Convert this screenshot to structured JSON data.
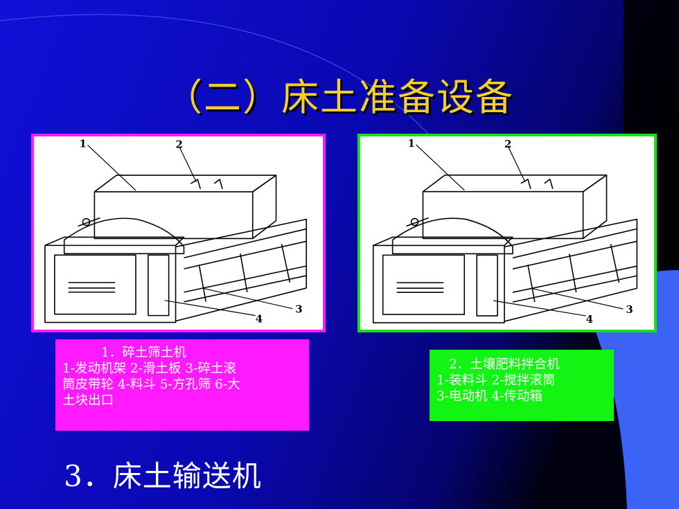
{
  "slide": {
    "title": "（二）床土准备设备",
    "subheading": "3．床土输送机",
    "colors": {
      "background": "#0a08b8",
      "title": "#f5cf2a",
      "left_frame": "#ff1aff",
      "right_frame": "#19e019",
      "right_caption": "#12f512"
    }
  },
  "figure_left": {
    "callouts": [
      "1",
      "2",
      "3",
      "4"
    ]
  },
  "figure_right": {
    "callouts": [
      "1",
      "2",
      "3",
      "4"
    ]
  },
  "caption_left": {
    "title": "1．碎土筛土机",
    "lines": [
      "1-发动机架 2-滑土板 3-碎土滚",
      "筒皮带轮 4-料斗 5-方孔筛 6-大",
      "土块出口"
    ]
  },
  "caption_right": {
    "title": "2．土壤肥料拌合机",
    "lines": [
      "1-装料斗 2-搅拌滚筒",
      "3-电动机 4-传动箱"
    ]
  }
}
